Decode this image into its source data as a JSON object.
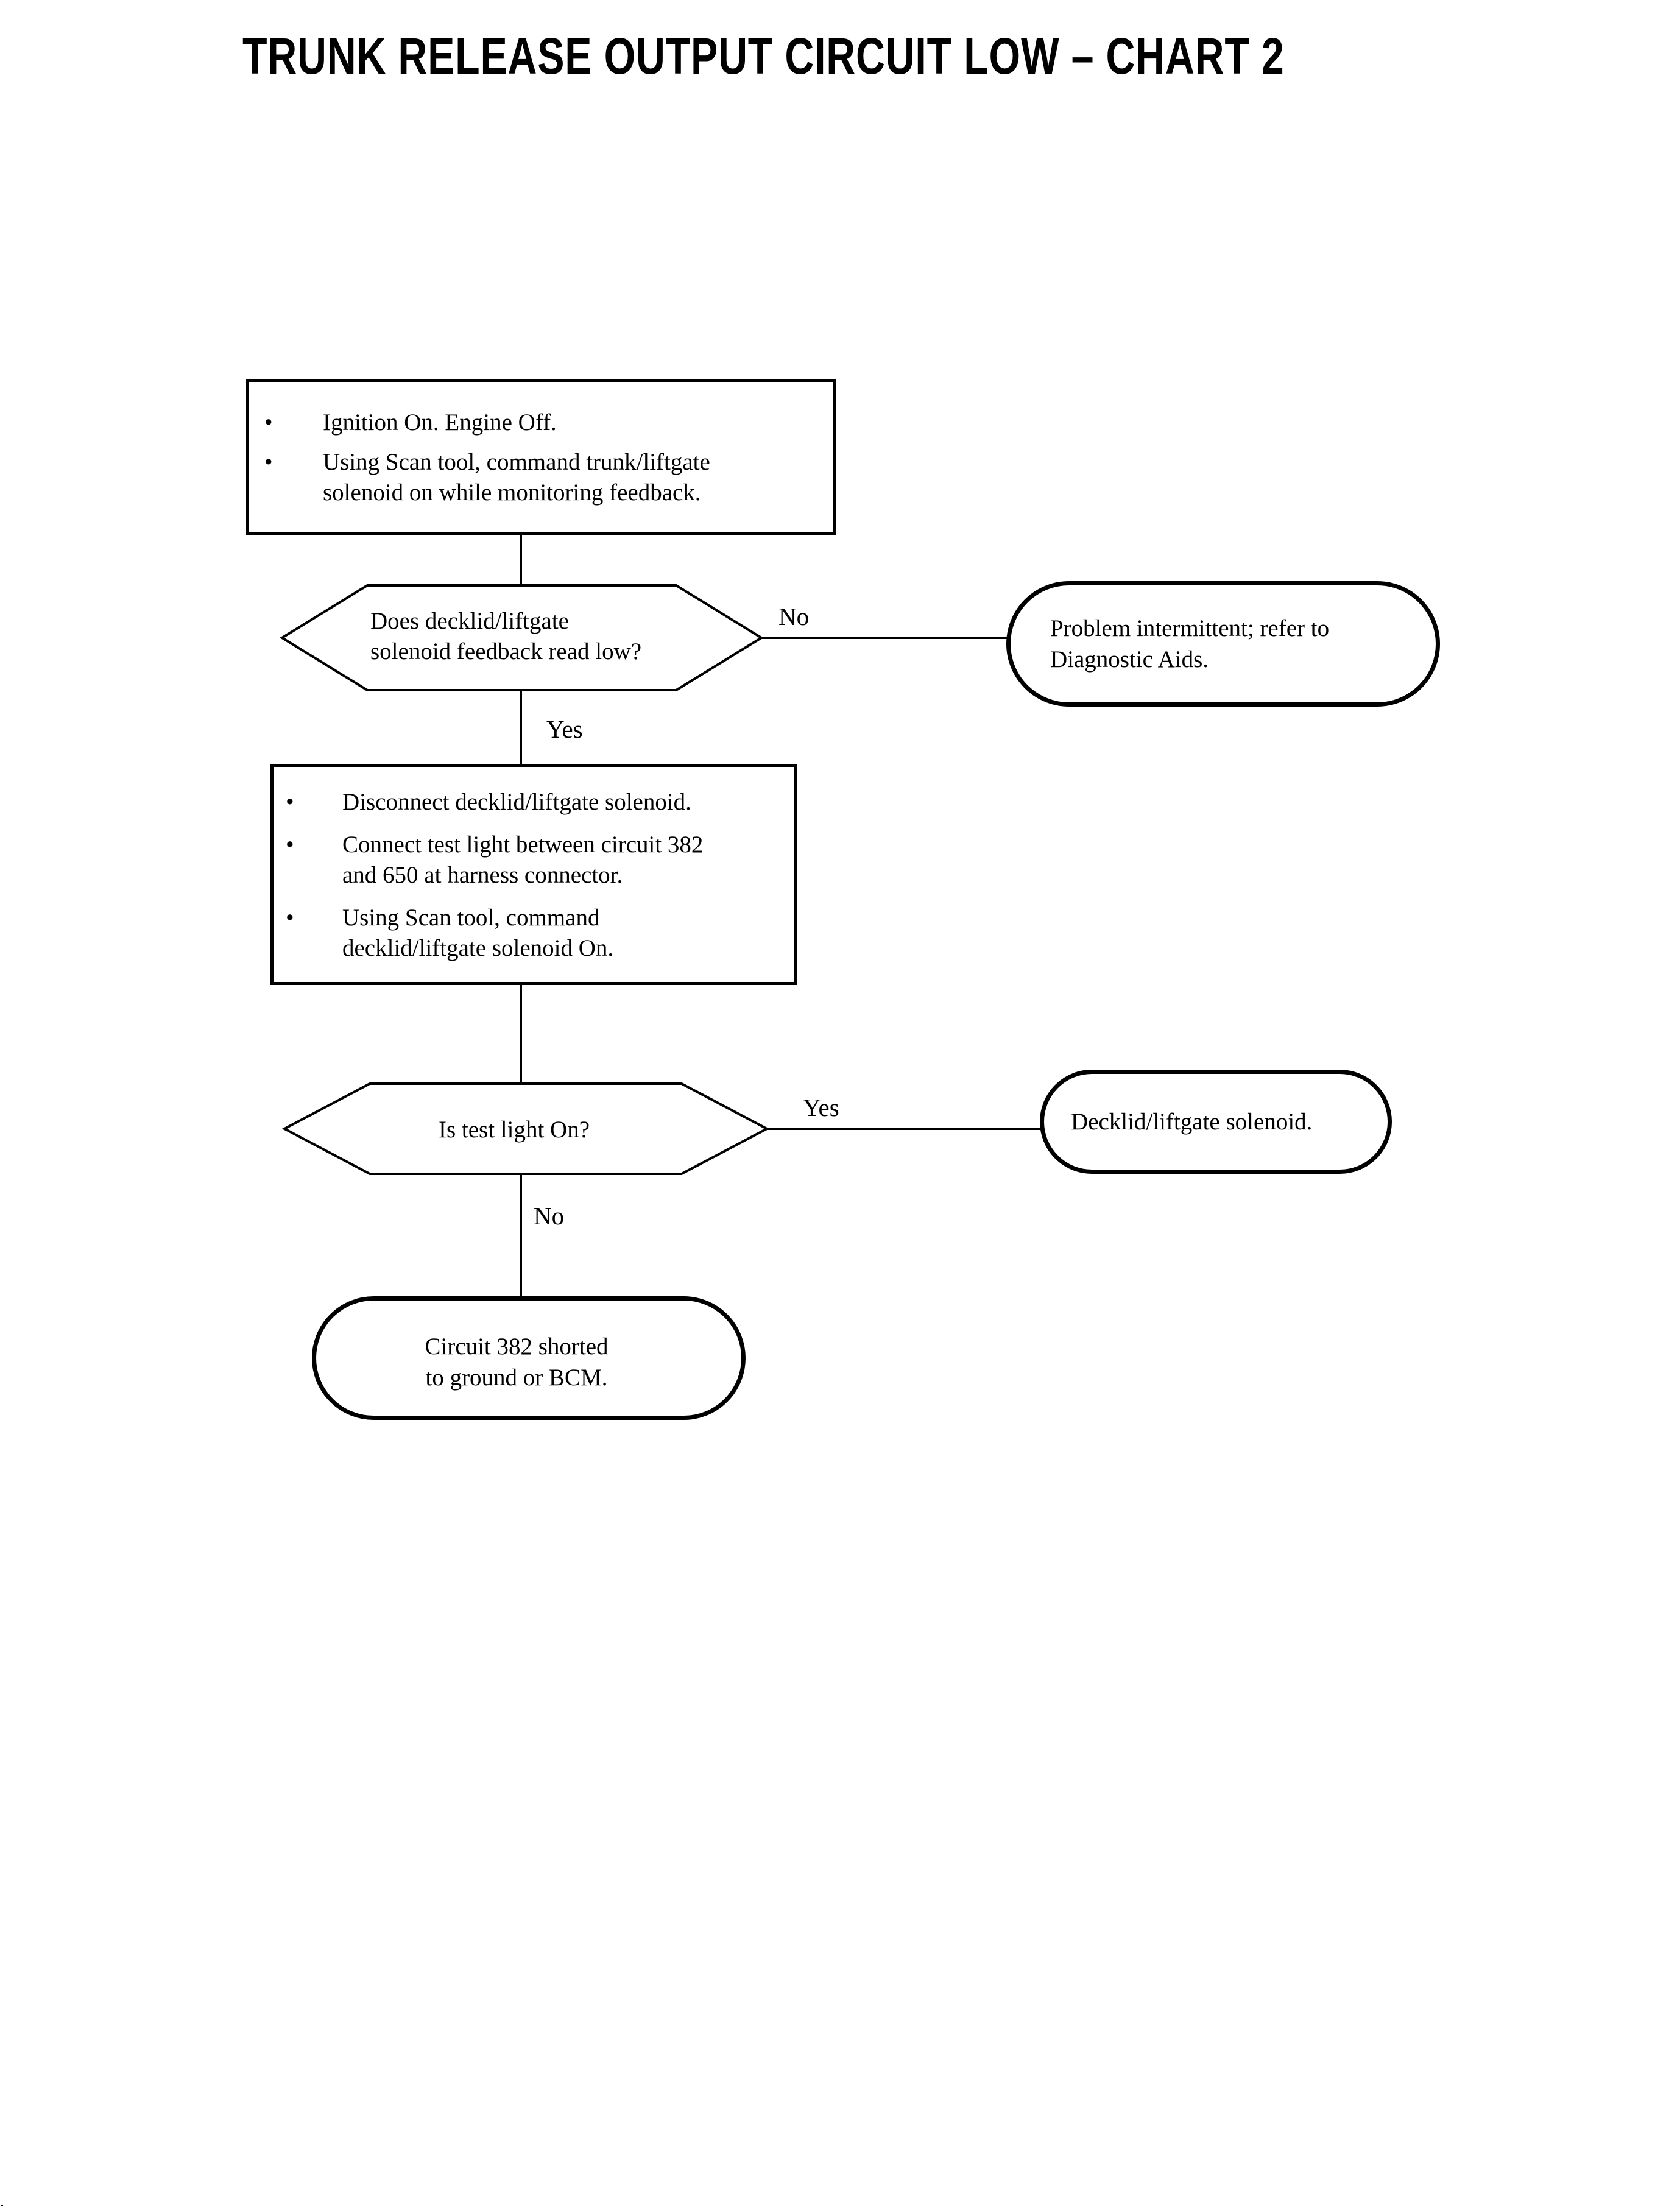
{
  "title": "TRUNK RELEASE OUTPUT CIRCUIT LOW – CHART 2",
  "bullet_char": "•",
  "colors": {
    "ink": "#000000",
    "paper": "#ffffff"
  },
  "nodes": {
    "box1": {
      "items": [
        {
          "lines": [
            "Ignition On. Engine Off."
          ]
        },
        {
          "lines": [
            "Using Scan tool, command trunk/liftgate",
            "solenoid on while monitoring feedback."
          ]
        }
      ]
    },
    "decision1": {
      "lines": [
        "Does decklid/liftgate",
        "solenoid feedback read low?"
      ]
    },
    "oval_problem": {
      "lines": [
        "Problem intermittent; refer to",
        "Diagnostic Aids."
      ]
    },
    "box2": {
      "items": [
        {
          "lines": [
            "Disconnect decklid/liftgate solenoid."
          ]
        },
        {
          "lines": [
            "Connect test light between circuit 382",
            "and 650 at harness connector."
          ]
        },
        {
          "lines": [
            "Using Scan tool, command",
            "decklid/liftgate solenoid On."
          ]
        }
      ]
    },
    "decision2": {
      "lines": [
        "Is test light On?"
      ]
    },
    "oval_solenoid": {
      "lines": [
        "Decklid/liftgate solenoid."
      ]
    },
    "oval_circuit": {
      "lines": [
        "Circuit 382 shorted",
        "to ground or BCM."
      ]
    }
  },
  "labels": {
    "no1": "No",
    "yes1": "Yes",
    "yes2": "Yes",
    "no2": "No"
  }
}
